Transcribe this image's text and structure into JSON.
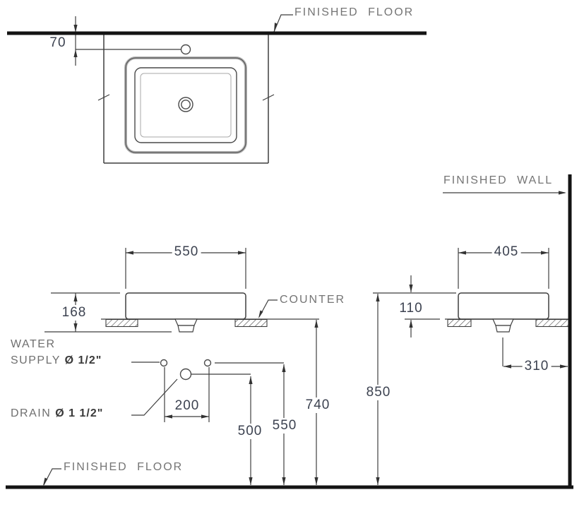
{
  "labels": {
    "finished_floor_top": "FINISHED FLOOR",
    "finished_wall": "FINISHED WALL",
    "counter": "COUNTER",
    "water_supply_line1": "WATER",
    "water_supply_line2": "SUPPLY",
    "water_supply_size": "Ø 1/2\"",
    "drain_label": "DRAIN",
    "drain_size": "Ø 1 1/2\"",
    "finished_floor_bottom": "FINISHED FLOOR"
  },
  "dimensions": {
    "faucet_offset_from_wall": "70",
    "basin_width_front": "550",
    "basin_total_height": "168",
    "basin_depth_side": "405",
    "basin_height_above_counter": "110",
    "supply_hole_spacing": "200",
    "drain_height_from_floor": "500",
    "supply_height_from_floor": "550",
    "counter_height_from_floor": "740",
    "rim_height_from_floor": "850",
    "drain_offset_from_wall": "310"
  },
  "colors": {
    "line": "#3f3f3f",
    "heavy_line": "#141414",
    "dim_text": "#3c4250",
    "label_text": "#757575",
    "basin_edge": "#b4b4b4"
  }
}
